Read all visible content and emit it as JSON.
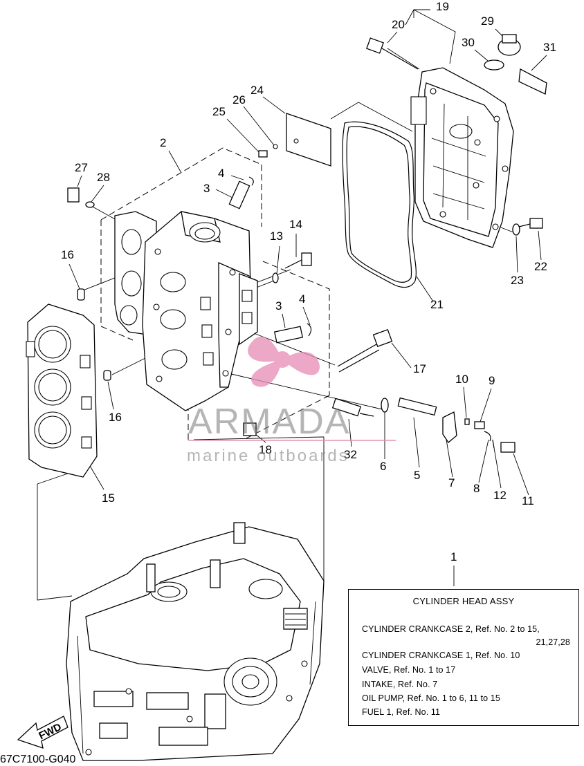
{
  "callouts": [
    "19",
    "20",
    "29",
    "30",
    "31",
    "24",
    "26",
    "25",
    "2",
    "27",
    "28",
    "4",
    "3",
    "14",
    "13",
    "16",
    "3",
    "4",
    "17",
    "21",
    "22",
    "23",
    "10",
    "9",
    "16",
    "15",
    "18",
    "32",
    "6",
    "5",
    "7",
    "8",
    "12",
    "11",
    "1"
  ],
  "watermark": {
    "name": "ARMADA",
    "tagline": "marine outboards",
    "accent_color": "#e68cb4"
  },
  "legend": {
    "title": "CYLINDER HEAD ASSY",
    "lines": [
      "CYLINDER CRANKCASE 2,  Ref. No. 2 to 15,",
      "21,27,28",
      "CYLINDER CRANKCASE 1,  Ref. No. 10",
      "VALVE,  Ref. No. 1 to 17",
      "INTAKE,  Ref. No. 7",
      "OIL PUMP,  Ref. No. 1 to 6, 11 to 15",
      "FUEL 1,  Ref. No. 11"
    ]
  },
  "fwd_label": "FWD",
  "diagram_code": "67C7100-G040"
}
